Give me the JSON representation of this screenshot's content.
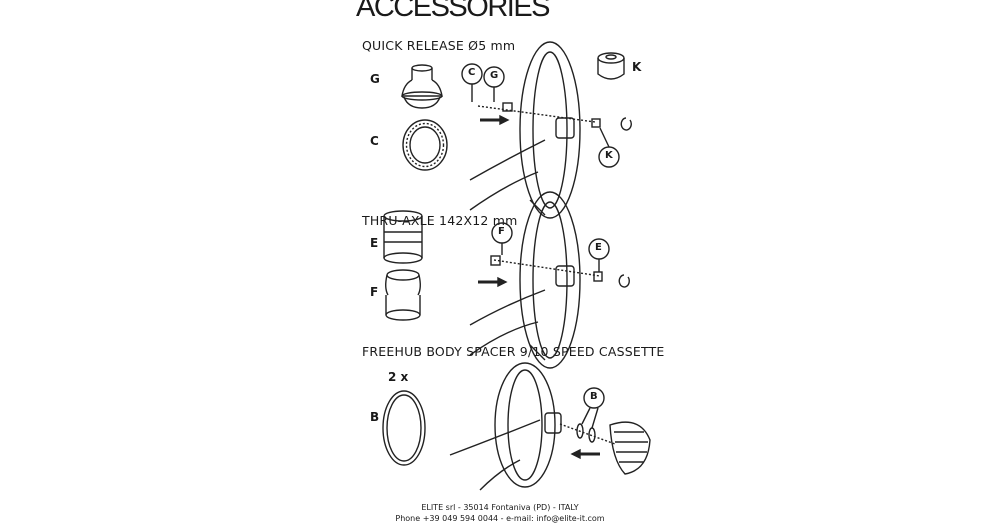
{
  "title": "ACCESSORIES",
  "sections": [
    {
      "heading": "QUICK RELEASE Ø5 mm",
      "parts": [
        "G",
        "C",
        "K"
      ],
      "callouts": [
        "C",
        "G",
        "K"
      ]
    },
    {
      "heading": "THRU-AXLE 142X12 mm",
      "parts": [
        "E",
        "F"
      ],
      "callouts": [
        "F",
        "E"
      ]
    },
    {
      "heading": "FREEHUB BODY SPACER  9/10 SPEED CASSETTE",
      "parts": [
        "B"
      ],
      "quantity": "2 x",
      "callouts": [
        "B"
      ]
    }
  ],
  "footer": {
    "line1": "ELITE srl - 35014 Fontaniva (PD) - ITALY",
    "line2": "Phone +39 049 594 0044 - e-mail: info@elite-it.com"
  }
}
